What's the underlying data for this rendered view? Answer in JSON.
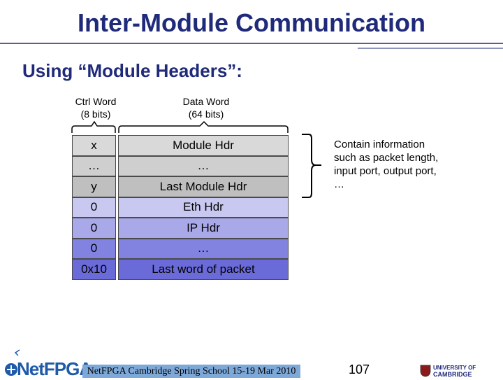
{
  "slide": {
    "title": "Inter-Module Communication",
    "subtitle": "Using “Module Headers”:"
  },
  "headers": {
    "ctrl_line1": "Ctrl Word",
    "ctrl_line2": "(8 bits)",
    "data_line1": "Data Word",
    "data_line2": "(64 bits)"
  },
  "rows": [
    {
      "ctrl": "x",
      "data": "Module Hdr",
      "color": "#d9d9d9"
    },
    {
      "ctrl": "…",
      "data": "…",
      "color": "#cfcfcf"
    },
    {
      "ctrl": "y",
      "data": "Last Module Hdr",
      "color": "#bfbfbf"
    },
    {
      "ctrl": "0",
      "data": "Eth Hdr",
      "color": "#c8c8f0"
    },
    {
      "ctrl": "0",
      "data": "IP Hdr",
      "color": "#a9a9ea"
    },
    {
      "ctrl": "0",
      "data": "…",
      "color": "#8282e0"
    },
    {
      "ctrl": "0x10",
      "data": "Last word of packet",
      "color": "#6a6ad8"
    }
  ],
  "note": "Contain information such as packet length, input port, output port, …",
  "footer": {
    "logo": "NetFPGA",
    "event": "NetFPGA Cambridge Spring School 15-19 Mar 2010",
    "page": "107",
    "university_line1": "UNIVERSITY OF",
    "university_line2": "CAMBRIDGE"
  },
  "colors": {
    "title": "#1f2a7a",
    "footer_bar": "#7da8d8",
    "logo": "#1e5aa8"
  }
}
